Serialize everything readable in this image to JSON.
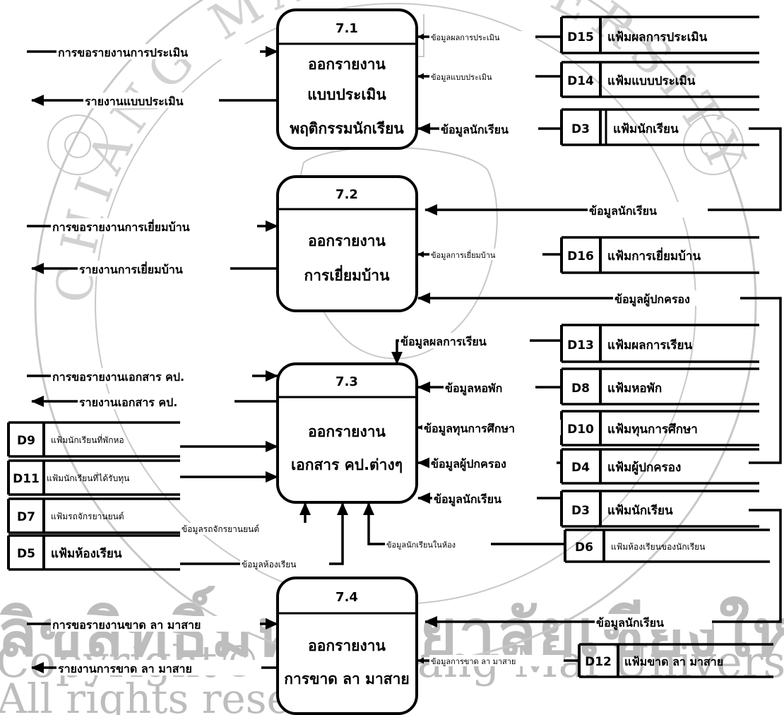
{
  "watermark": {
    "line1": "ลิขสิทธิ์มหาวิทยาลัยเชียงใหม่",
    "line2": "Copyright© by Chiang Mai University",
    "line3": "All rights reserved"
  },
  "seal": {
    "text": "CHIANG MAI UNIVERSITY"
  },
  "processes": [
    {
      "id": "7.1",
      "lines": [
        "ออกรายงาน",
        "แบบประเมิน",
        "พฤติกรรมนักเรียน"
      ]
    },
    {
      "id": "7.2",
      "lines": [
        "ออกรายงาน",
        "การเยี่ยมบ้าน"
      ]
    },
    {
      "id": "7.3",
      "lines": [
        "ออกรายงาน",
        "เอกสาร คป.ต่างๆ"
      ]
    },
    {
      "id": "7.4",
      "lines": [
        "ออกรายงาน",
        "การขาด ลา มาสาย"
      ]
    }
  ],
  "stores": {
    "D15": {
      "code": "D15",
      "name": "แฟ้มผลการประเมิน"
    },
    "D14": {
      "code": "D14",
      "name": "แฟ้มแบบประเมิน"
    },
    "D3a": {
      "code": "D3",
      "name": "แฟ้มนักเรียน"
    },
    "D16": {
      "code": "D16",
      "name": "แฟ้มการเยี่ยมบ้าน"
    },
    "D13": {
      "code": "D13",
      "name": "แฟ้มผลการเรียน"
    },
    "D8": {
      "code": "D8",
      "name": "แฟ้มหอพัก"
    },
    "D10": {
      "code": "D10",
      "name": "แฟ้มทุนการศึกษา"
    },
    "D4": {
      "code": "D4",
      "name": "แฟ้มผู้ปกครอง"
    },
    "D3b": {
      "code": "D3",
      "name": "แฟ้มนักเรียน"
    },
    "D6": {
      "code": "D6",
      "name": "แฟ้มห้องเรียนของนักเรียน"
    },
    "D12": {
      "code": "D12",
      "name": "แฟ้มขาด ลา มาสาย"
    },
    "D9": {
      "code": "D9",
      "name": "แฟ้มนักเรียนที่พักหอ"
    },
    "D11": {
      "code": "D11",
      "name": "แฟ้มนักเรียนที่ได้รับทุน"
    },
    "D7": {
      "code": "D7",
      "name": "แฟ้มรถจักรยานยนต์"
    },
    "D5": {
      "code": "D5",
      "name": "แฟ้มห้องเรียน"
    }
  },
  "flows": {
    "f1_in": "การขอรายงานการประเมิน",
    "f1_out": "รายงานแบบประเมิน",
    "f1_d15": "ข้อมูลผลการประเมิน",
    "f1_d14": "ข้อมูลแบบประเมิน",
    "f1_d3": "ข้อมูลนักเรียน",
    "f2_in": "การขอรายงานการเยี่ยมบ้าน",
    "f2_out": "รายงานการเยี่ยมบ้าน",
    "f2_d3": "ข้อมูลนักเรียน",
    "f2_d16": "ข้อมูลการเยี่ยมบ้าน",
    "f2_d4": "ข้อมูลผู้ปกครอง",
    "f3_in": "การขอรายงานเอกสาร คป.",
    "f3_out": "รายงานเอกสาร คป.",
    "f3_d13": "ข้อมูลผลการเรียน",
    "f3_d8": "ข้อมูลหอพัก",
    "f3_d10": "ข้อมูลทุนการศึกษา",
    "f3_d4": "ข้อมูลผู้ปกครอง",
    "f3_d3": "ข้อมูลนักเรียน",
    "f3_d6": "ข้อมูลนักเรียนในห้อง",
    "f3_d7": "ข้อมูลรถจักรยานยนต์",
    "f3_d5": "ข้อมูลห้องเรียน",
    "f4_in": "การขอรายงานขาด ลา มาสาย",
    "f4_out": "รายงานการขาด ลา มาสาย",
    "f4_d3": "ข้อมูลนักเรียน",
    "f4_d12": "ข้อมูลการขาด ลา มาสาย"
  }
}
